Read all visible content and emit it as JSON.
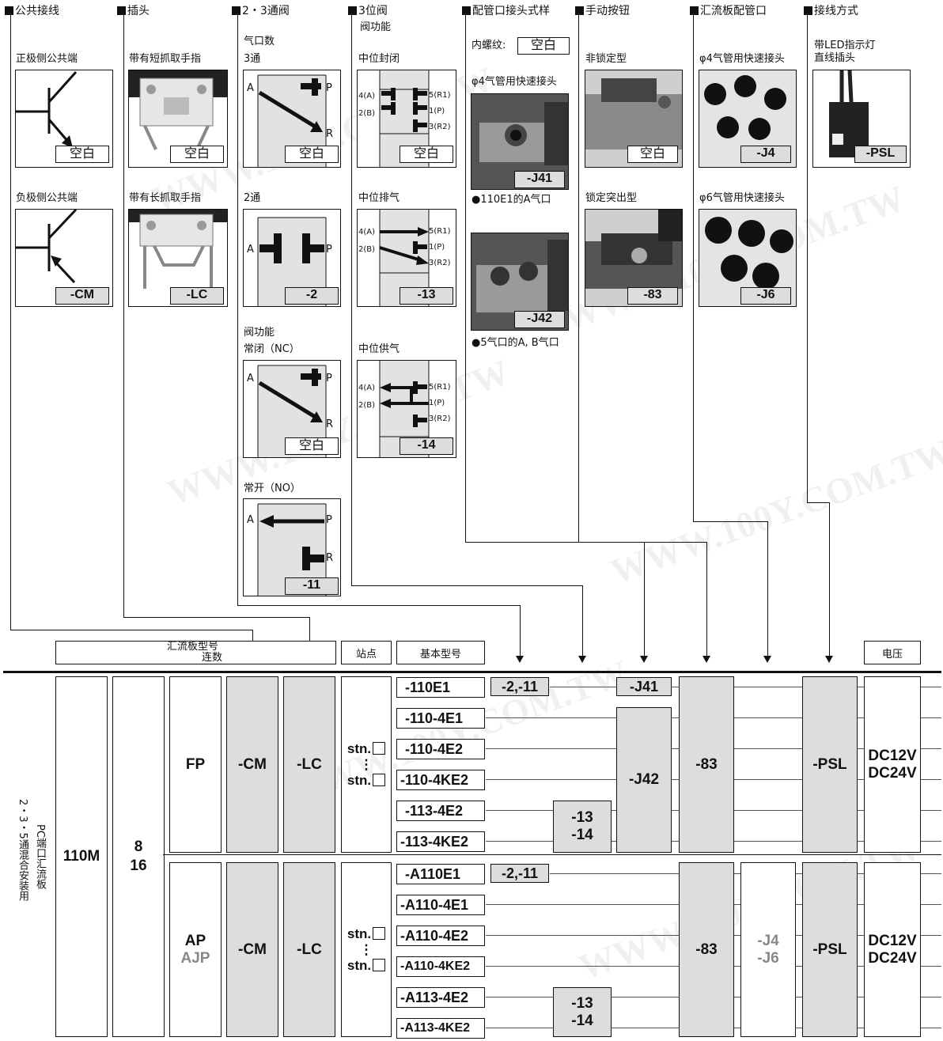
{
  "sections": {
    "common": {
      "title": "公共接线",
      "item1": "正极侧公共端",
      "code1": "空白",
      "item2": "负极侧公共端",
      "code2": "-CM"
    },
    "plug": {
      "title": "插头",
      "item1": "带有短抓取手指",
      "code1": "空白",
      "item2": "带有长抓取手指",
      "code2": "-LC"
    },
    "valve23": {
      "title": "2・3通阀",
      "sub1": "气口数",
      "item1": "3通",
      "code1": "空白",
      "item2": "2通",
      "code2": "-2",
      "sub2": "阀功能",
      "item3": "常闭（NC）",
      "code3": "空白",
      "item4": "常开（NO）",
      "code4": "-11"
    },
    "valve3": {
      "title": "3位阀",
      "sub1": "阀功能",
      "item1": "中位封闭",
      "code1": "空白",
      "item2": "中位排气",
      "code2": "-13",
      "item3": "中位供气",
      "code3": "-14",
      "ports_left": [
        "4(A)",
        "2(B)"
      ],
      "ports_right": [
        "5(R1)",
        "1(P)",
        "3(R2)"
      ]
    },
    "piping": {
      "title": "配管口接头式样",
      "thread_label": "内螺纹:",
      "thread_code": "空白",
      "item1": "φ4气管用快速接头",
      "code1": "-J41",
      "note1": "●110E1的A气口",
      "code2": "-J42",
      "note2": "●5气口的A, B气口"
    },
    "manual": {
      "title": "手动按钮",
      "item1": "非锁定型",
      "code1": "空白",
      "item2": "锁定突出型",
      "code2": "-83"
    },
    "manifold": {
      "title": "汇流板配管口",
      "item1": "φ4气管用快速接头",
      "code1": "-J4",
      "item2": "φ6气管用快速接头",
      "code2": "-J6"
    },
    "wiring": {
      "title": "接线方式",
      "item1": "带LED指示灯",
      "item1b": "直线插头",
      "code1": "-PSL"
    }
  },
  "valve_ports": {
    "A": "A",
    "P": "P",
    "R": "R"
  },
  "table": {
    "hdr_manifold": "汇流板型号",
    "hdr_count": "连数",
    "hdr_station": "站点",
    "hdr_base": "基本型号",
    "hdr_voltage": "电压",
    "side_label": "2・3・5通混合安装用",
    "side_label2": "PC端口汇流板",
    "series": "110M",
    "counts": "8\n16",
    "fp": "FP",
    "ap": "AP",
    "ajp": "AJP",
    "cm": "-CM",
    "lc": "-LC",
    "stn": "stn.",
    "dots": "⋮",
    "top_models": [
      "-110E1",
      "-110-4E1",
      "-110-4E2",
      "-110-4KE2",
      "-113-4E2",
      "-113-4KE2"
    ],
    "bot_models": [
      "-A110E1",
      "-A110-4E1",
      "-A110-4E2",
      "-A110-4KE2",
      "-A113-4E2",
      "-A113-4KE2"
    ],
    "opt_211": "-2,-11",
    "opt_13": "-13",
    "opt_14": "-14",
    "j41": "-J41",
    "j42": "-J42",
    "m83": "-83",
    "j4": "-J4",
    "j6": "-J6",
    "psl": "-PSL",
    "dc12": "DC12V",
    "dc24": "DC24V"
  },
  "watermark": "WWW.100Y.COM.TW"
}
